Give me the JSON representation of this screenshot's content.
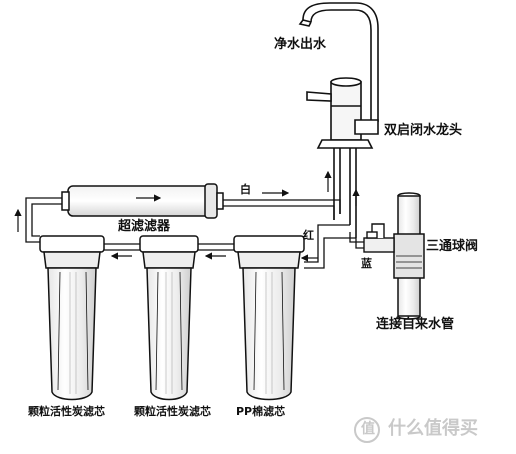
{
  "labels": {
    "clean_water_out": "净水出水",
    "dual_valve_faucet": "双启闭水龙头",
    "ultrafilter": "超滤滤器",
    "white": "白",
    "red": "红",
    "blue": "蓝",
    "three_way_ball_valve": "三通球阀",
    "tap_water_pipe": "连接自来水管",
    "filter_1": "颗粒活性炭滤芯",
    "filter_2": "颗粒活性炭滤芯",
    "filter_3": "PP棉滤芯"
  },
  "watermark": {
    "glyph": "值",
    "text": "什么值得买"
  },
  "colors": {
    "line": "#111111",
    "fill_light": "#f4f4f4",
    "fill_mid": "#dcdcdc",
    "watermark": "#c9c9c9"
  }
}
